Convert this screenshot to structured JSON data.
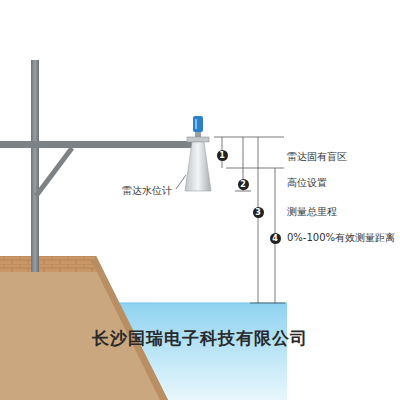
{
  "diagram": {
    "labels": [
      "雷达水位计",
      "1",
      "2",
      "3",
      "4",
      "雷达固有盲区",
      "高位设置",
      "测量总里程",
      "0%-100%有效测量距离",
      "长沙国瑞电子科技有限公司"
    ]
  }
}
